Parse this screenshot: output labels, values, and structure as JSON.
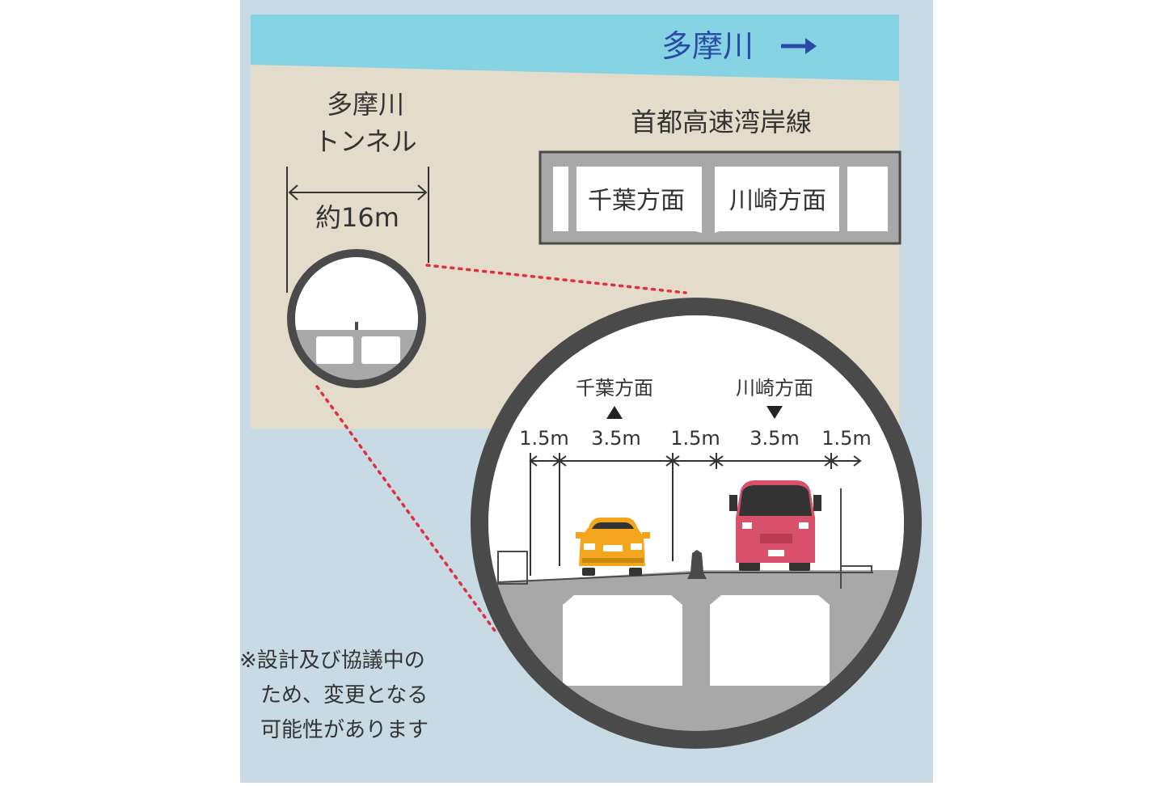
{
  "river": {
    "label": "多摩川"
  },
  "small_tunnel": {
    "title_line1": "多摩川",
    "title_line2": "トンネル",
    "width_label": "約16m"
  },
  "expressway": {
    "title": "首都高速湾岸線",
    "left_lane": "千葉方面",
    "right_lane": "川崎方面"
  },
  "detail": {
    "left_direction": "千葉方面",
    "right_direction": "川崎方面",
    "dimensions": [
      "1.5m",
      "3.5m",
      "1.5m",
      "3.5m",
      "1.5m"
    ]
  },
  "note": {
    "line1": "※設計及び協議中の",
    "line2": "ため、変更となる",
    "line3": "可能性があります"
  },
  "colors": {
    "water": "#86d3e3",
    "ground": "#e4dccb",
    "lower_bg": "#c8dbe4",
    "concrete": "#4a4a4a",
    "slab": "#a8a8a8",
    "car": "#f2a51d",
    "truck": "#d8506b",
    "dots": "#e03040",
    "arrow": "#2a4aa8"
  }
}
